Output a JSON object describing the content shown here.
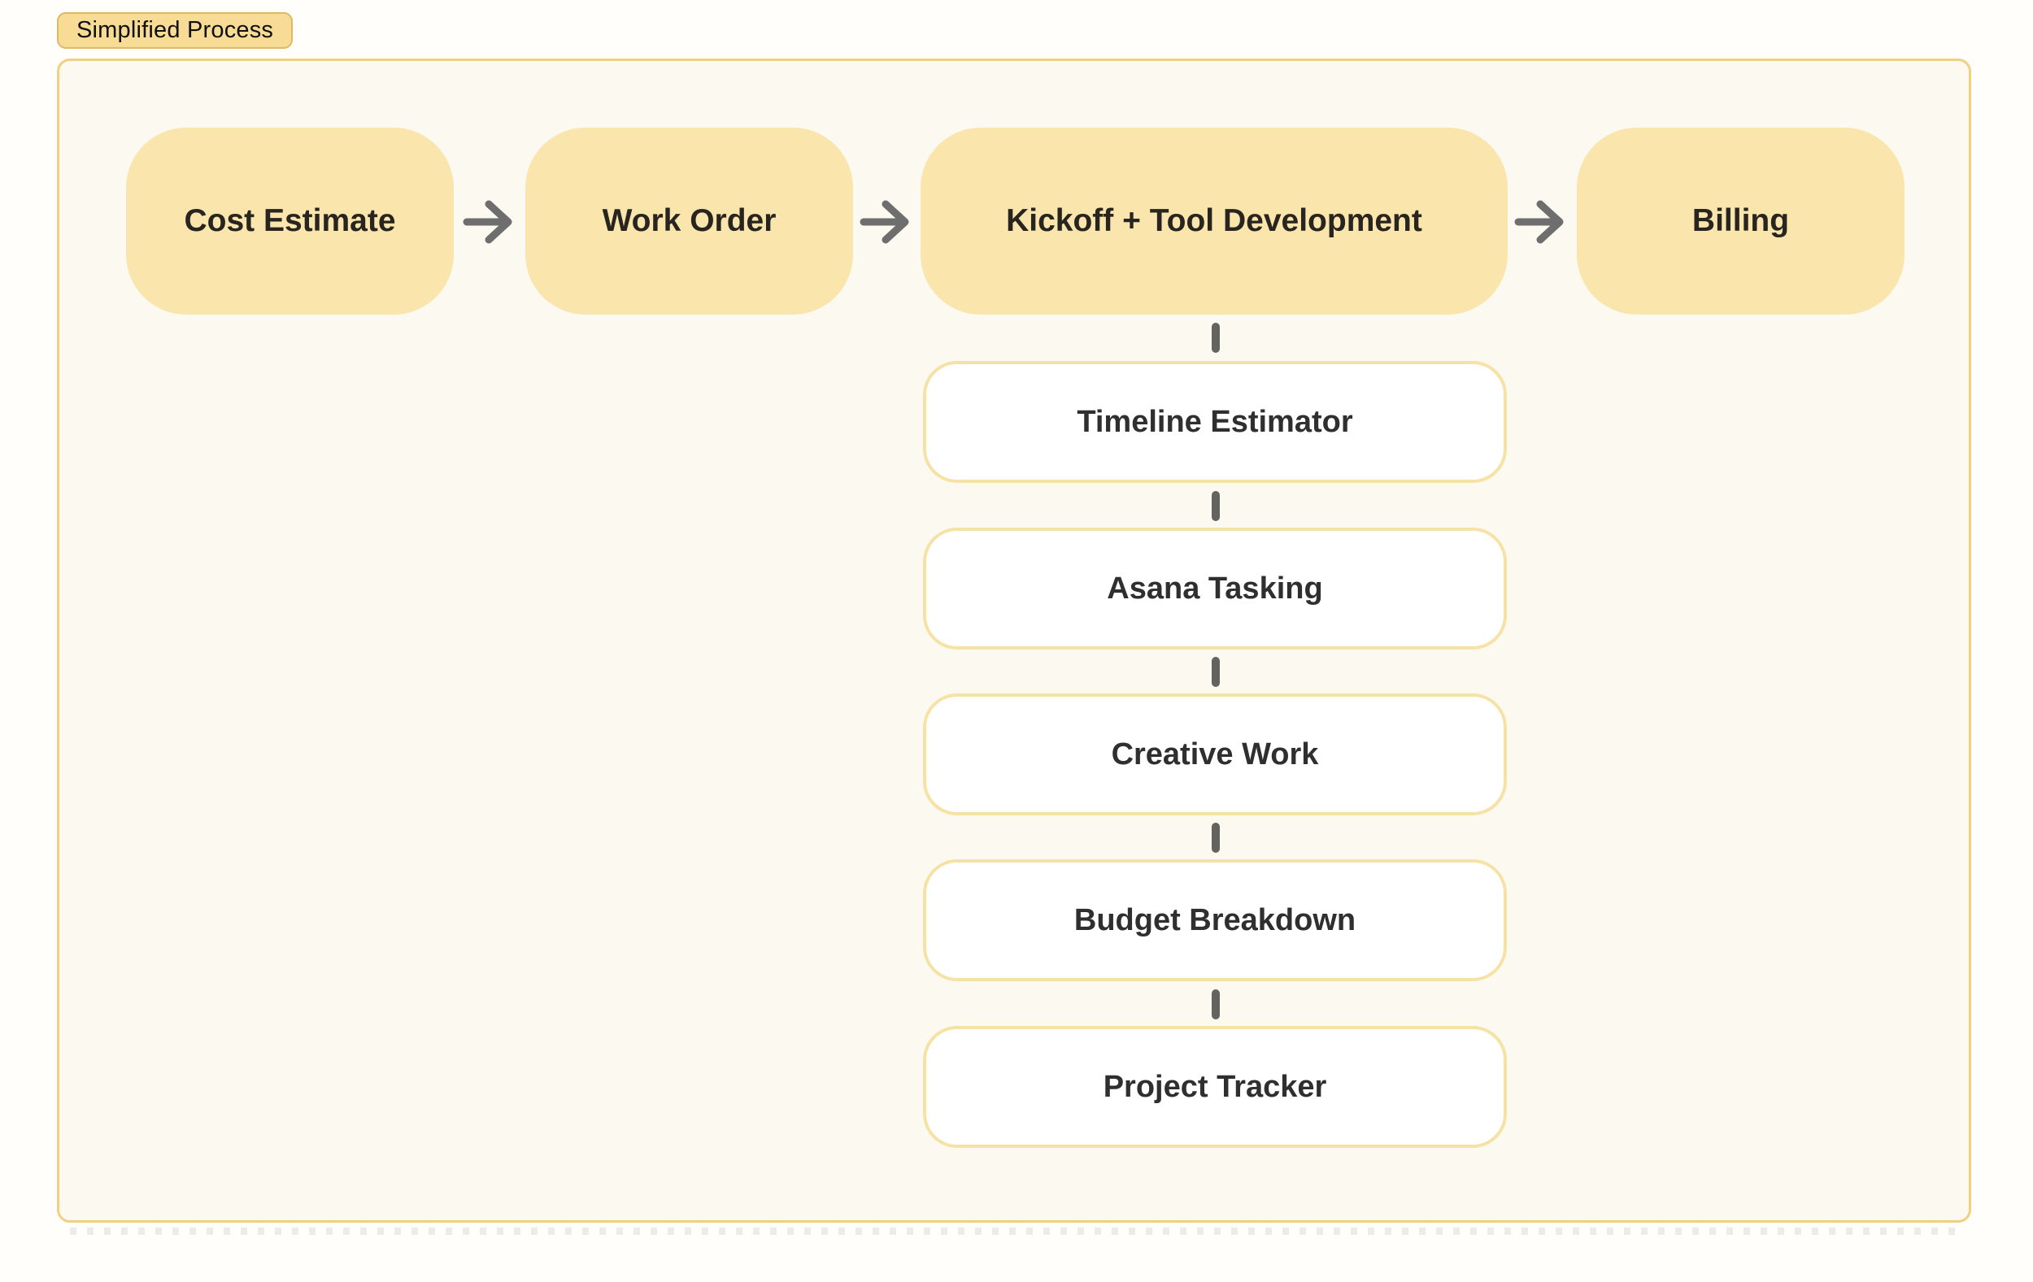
{
  "canvas": {
    "group_label": "Simplified Process"
  },
  "process_row": {
    "stages": [
      {
        "label": "Cost Estimate"
      },
      {
        "label": "Work Order"
      },
      {
        "label": "Kickoff + Tool Development"
      },
      {
        "label": "Billing"
      }
    ],
    "connector_icon": "arrow-right-icon"
  },
  "kickoff_substeps": {
    "parent": "Kickoff + Tool Development",
    "items": [
      {
        "label": "Timeline Estimator"
      },
      {
        "label": "Asana Tasking"
      },
      {
        "label": "Creative Work"
      },
      {
        "label": "Budget Breakdown"
      },
      {
        "label": "Project Tracker"
      }
    ],
    "connector_icon": "vertical-dash-connector"
  },
  "colors": {
    "page_background": "#FFFEFB",
    "group_fill": "#FBF9F0",
    "group_border": "#F2CF82",
    "badge_fill": "#F8DC96",
    "badge_border": "#DBB966",
    "stage_fill": "#FAE5AC",
    "substep_fill": "#FFFFFF",
    "substep_border": "#F6E2A4",
    "connector_gray": "#636360",
    "text_dark": "#282420"
  }
}
